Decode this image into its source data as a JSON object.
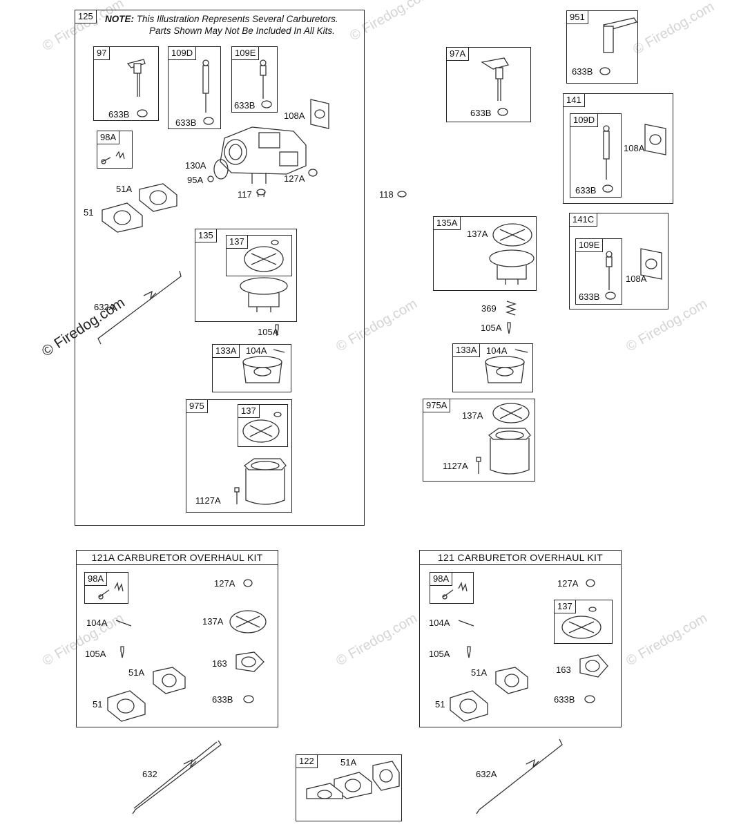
{
  "watermark_text": "© Firedog.com",
  "watermark_main": "© Firedog.com",
  "box125": {
    "ref": "125",
    "note_bold": "NOTE:",
    "note_line1": "This Illustration Represents Several Carburetors.",
    "note_line2": "Parts Shown May Not Be Included In All Kits."
  },
  "left": {
    "b97": "97",
    "b109D": "109D",
    "b109E": "109E",
    "b98A": "98A",
    "l633B_1": "633B",
    "l633B_2": "633B",
    "l633B_3": "633B",
    "l108A": "108A",
    "l130A": "130A",
    "l95A": "95A",
    "l127A": "127A",
    "l117": "117",
    "l51A": "51A",
    "l51": "51",
    "l632A": "632A",
    "b135": "135",
    "b137a": "137",
    "l105A": "105A",
    "b133A": "133A",
    "l104A": "104A",
    "b975": "975",
    "b137b": "137",
    "l1127A": "1127A"
  },
  "right": {
    "b951": "951",
    "l633B_951": "633B",
    "b97A": "97A",
    "l633B_97A": "633B",
    "b141": "141",
    "b109D": "109D",
    "l108A_141": "108A",
    "l633B_141": "633B",
    "l118": "118",
    "b135A": "135A",
    "l137A_135A": "137A",
    "b141C": "141C",
    "b109E": "109E",
    "l108A_141C": "108A",
    "l633B_141C": "633B",
    "l369": "369",
    "l105A": "105A",
    "b133A": "133A",
    "l104A": "104A",
    "b975A": "975A",
    "l137A_975A": "137A",
    "l1127A": "1127A"
  },
  "kit121A": {
    "title": "121A CARBURETOR OVERHAUL KIT",
    "b98A": "98A",
    "l127A": "127A",
    "l104A": "104A",
    "l137A": "137A",
    "l105A": "105A",
    "l51A": "51A",
    "l163": "163",
    "l51": "51",
    "l633B": "633B"
  },
  "kit121": {
    "title": "121 CARBURETOR OVERHAUL KIT",
    "b98A": "98A",
    "l127A": "127A",
    "b137": "137",
    "l104A": "104A",
    "l105A": "105A",
    "l51A": "51A",
    "l163": "163",
    "l51": "51",
    "l633B": "633B"
  },
  "bottom": {
    "l632": "632",
    "b122": "122",
    "l51A": "51A",
    "l632A": "632A"
  }
}
